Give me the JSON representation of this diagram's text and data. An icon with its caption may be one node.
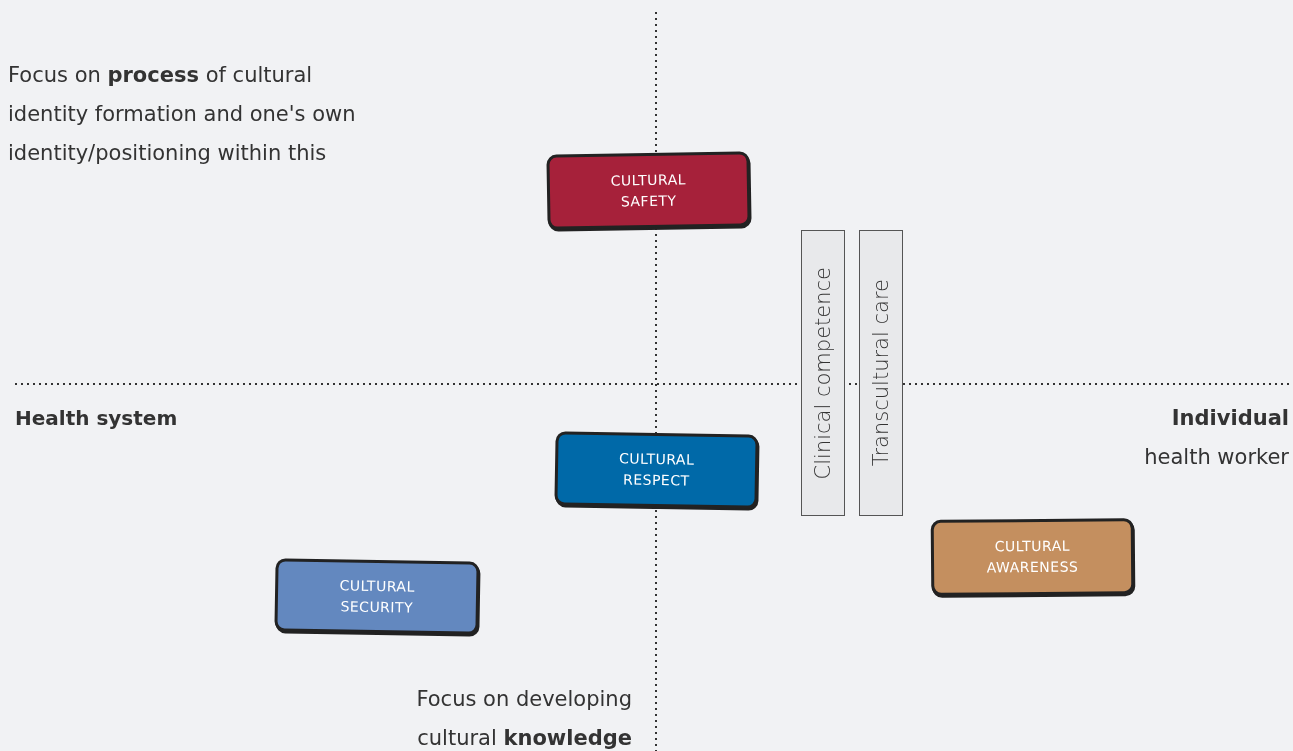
{
  "diagram": {
    "nodes": [
      {
        "text": [
          "CULTURAL SAFETY"
        ]
      },
      {
        "text": [
          "Clinical competence"
        ]
      },
      {
        "text": [
          "Transcultural care"
        ]
      },
      {
        "text": [
          "CULTURAL RESPECT"
        ]
      },
      {
        "text": [
          "CULTURAL AWARENESS"
        ]
      },
      {
        "text": [
          "CULTURAL SECURITY"
        ]
      }
    ],
    "edges": [],
    "labels": [
      "Focus on **process** of cultural identity formation and one's own identity/positioning within this",
      "Health system",
      "**Individual** health worker",
      "Focus on developing cultural **knowledge**"
    ]
  }
}
